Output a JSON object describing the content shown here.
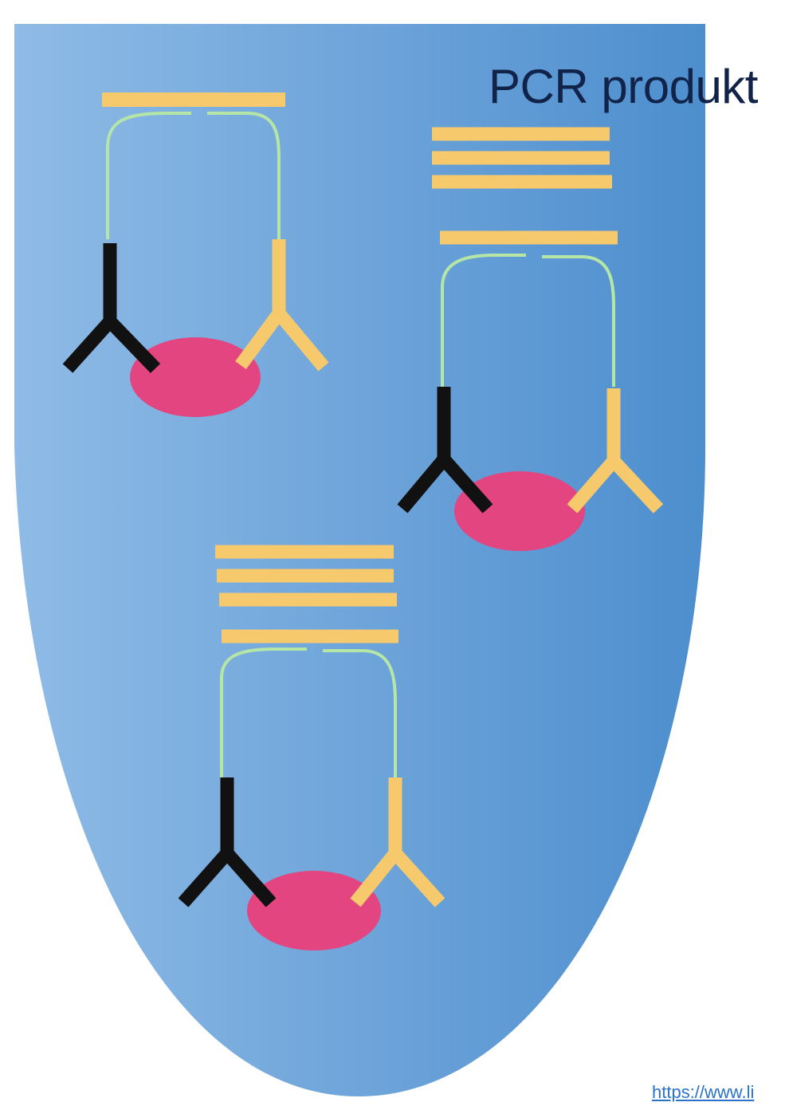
{
  "label": {
    "text": "PCR produkt"
  },
  "source_link": {
    "text": "https://www.li"
  },
  "colors": {
    "tube_light": "#7fb0e0",
    "tube_dark": "#4a8ccf",
    "pcr_band": "#f5c96c",
    "dna_strand": "#b6e6a6",
    "antibody_black": "#111111",
    "antibody_yellow": "#f5c96c",
    "antigen": "#e2457f",
    "link": "#2a73c9",
    "label": "#12234a"
  },
  "complexes": [
    {
      "name": "complex-top-left",
      "product_bands": 1
    },
    {
      "name": "complex-right",
      "product_bands": 4
    },
    {
      "name": "complex-bottom",
      "product_bands": 4
    }
  ]
}
